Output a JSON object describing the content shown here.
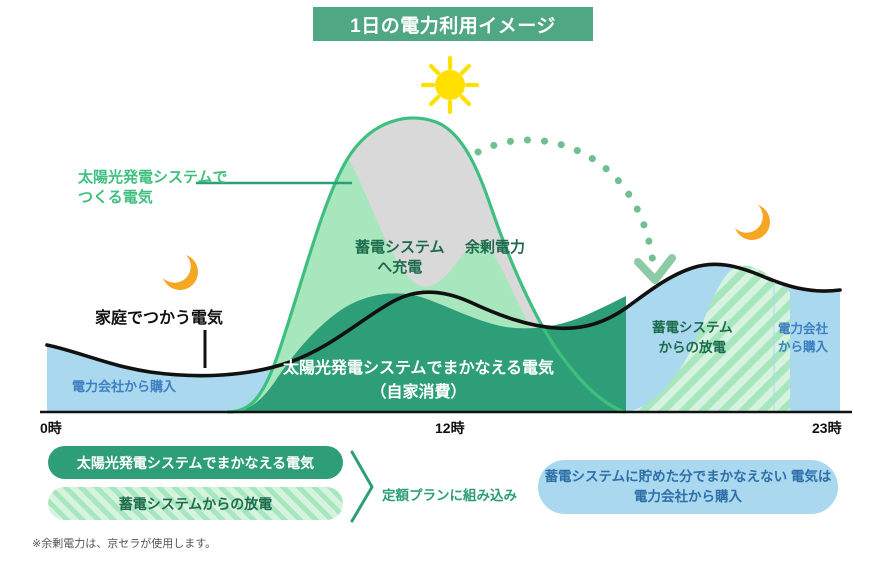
{
  "title": {
    "text": "1日の電力利用イメージ",
    "banner_color": "#4FA883"
  },
  "colors": {
    "solar_line": "#3FBF7F",
    "self_consumption": "#2E9E78",
    "charge_area": "#A8E6BE",
    "surplus_area": "#D9D9D9",
    "grid_blue": "#A9D8EF",
    "hatch_green": "#A8E6BE",
    "household_line": "#111111",
    "sun": "#FFE000",
    "moon": "#F5A623"
  },
  "icons": {
    "sun": "sun-icon",
    "moon_left": "moon-icon",
    "moon_right": "moon-icon",
    "arrow": "dotted-arrow-icon"
  },
  "labels": {
    "solar_generation": "太陽光発電システムで\nつくる電気",
    "household_usage": "家庭でつかう電気",
    "battery_charge": "蓄電システム\nへ充電",
    "surplus_power": "余剰電力",
    "self_consumption": "太陽光発電システムでまかなえる電気\n（自家消費）",
    "buy_from_utility_left": "電力会社から購入",
    "battery_discharge": "蓄電システム\nからの放電",
    "buy_from_utility_right": "電力会社\nから購入"
  },
  "axis": {
    "ticks": [
      "0時",
      "12時",
      "23時"
    ],
    "start": "0時",
    "midday": "12時",
    "end": "23時"
  },
  "legend": {
    "items": [
      {
        "label": "太陽光発電システムでまかなえる電気",
        "style": "solid-green"
      },
      {
        "label": "蓄電システムからの放電",
        "style": "hatched-green"
      }
    ],
    "plan_note": "定額プランに組み込み"
  },
  "callout": {
    "text": "蓄電システムに貯めた分でまかなえない\n電気は電力会社から購入"
  },
  "footnote": {
    "text": "※余剰電力は、京セラが使用します。"
  },
  "chart_data": {
    "type": "area",
    "title": "1日の電力利用イメージ",
    "xlabel": "",
    "ylabel": "",
    "x": [
      0,
      2,
      4,
      6,
      8,
      10,
      12,
      14,
      16,
      18,
      20,
      21,
      22,
      23
    ],
    "xlim": [
      0,
      23
    ],
    "grid": false,
    "legend_position": "bottom-left",
    "series": [
      {
        "name": "太陽光発電システムでつくる電気",
        "color": "#3FBF7F",
        "type": "line",
        "values": [
          0,
          0,
          0,
          0,
          34,
          82,
          100,
          92,
          58,
          20,
          0,
          0,
          0,
          0
        ]
      },
      {
        "name": "家庭でつかう電気",
        "color": "#111111",
        "type": "line",
        "values": [
          38,
          33,
          28,
          27,
          30,
          44,
          50,
          48,
          45,
          52,
          62,
          58,
          55,
          50
        ]
      },
      {
        "name": "太陽光発電システムでまかなえる電気（自家消費）",
        "color": "#2E9E78",
        "type": "area",
        "values": [
          0,
          0,
          0,
          0,
          30,
          44,
          50,
          48,
          45,
          20,
          0,
          0,
          0,
          0
        ]
      },
      {
        "name": "蓄電システムへ充電",
        "color": "#A8E6BE",
        "type": "area",
        "values": [
          0,
          0,
          0,
          0,
          4,
          38,
          50,
          44,
          13,
          0,
          0,
          0,
          0,
          0
        ]
      },
      {
        "name": "余剰電力",
        "color": "#D9D9D9",
        "type": "area",
        "values": [
          0,
          0,
          0,
          0,
          0,
          0,
          0,
          0,
          0,
          0,
          0,
          0,
          0,
          0
        ]
      },
      {
        "name": "蓄電システムからの放電",
        "color": "#A8E6BE",
        "type": "area-hatched",
        "values": [
          0,
          0,
          0,
          0,
          0,
          0,
          0,
          0,
          0,
          40,
          62,
          58,
          40,
          0
        ]
      },
      {
        "name": "電力会社から購入",
        "color": "#A9D8EF",
        "type": "area",
        "values": [
          38,
          33,
          28,
          27,
          0,
          0,
          0,
          0,
          0,
          0,
          0,
          0,
          15,
          50
        ]
      }
    ]
  }
}
